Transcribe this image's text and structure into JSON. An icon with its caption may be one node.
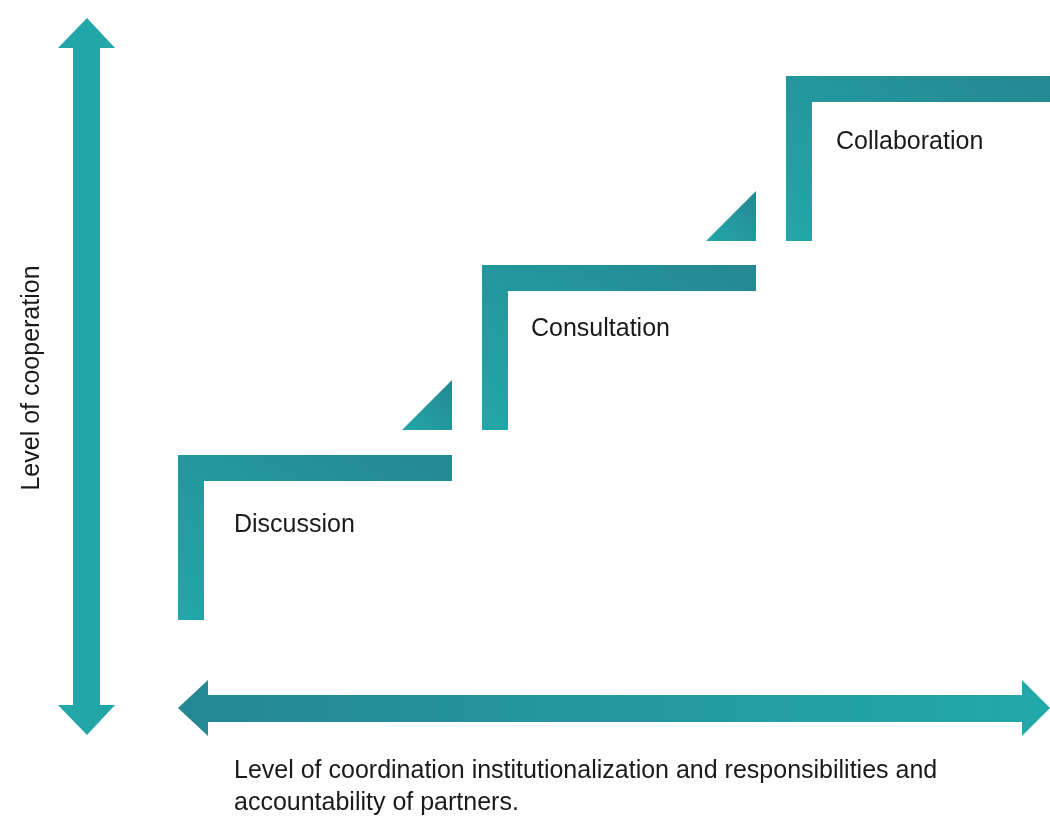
{
  "diagram": {
    "nodes": [
      {
        "text": [
          "Discussion"
        ]
      },
      {
        "text": [
          "Consultation"
        ]
      },
      {
        "text": [
          "Collaboration"
        ]
      }
    ],
    "labels": [
      "Level of cooperation",
      "Level of coordination institutionalization and responsibilities and accountability of partners."
    ]
  }
}
